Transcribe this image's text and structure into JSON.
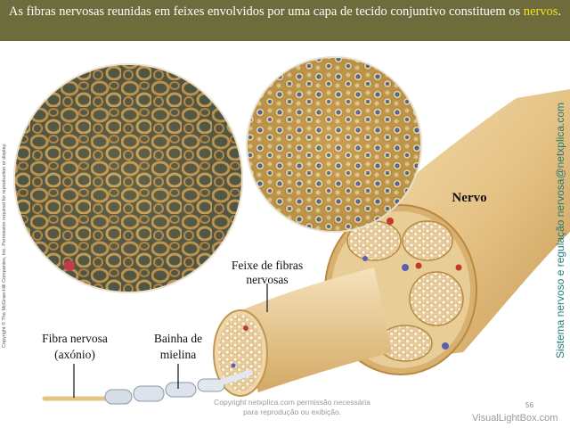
{
  "header": {
    "text_before": "As fibras nervosas reunidas em feixes envolvidos por uma capa de tecido conjuntivo constituem os ",
    "highlight": "nervos",
    "text_after": "."
  },
  "labels": {
    "nerve": "Nervo",
    "bundle": "Feixe de fibras nervosas",
    "fiber": "Fibra nervosa (axónio)",
    "sheath": "Bainha de mielina"
  },
  "side_text": {
    "copyright": "Copyright © The McGraw-Hill Companies, Inc. Permission required for reproduction or display.",
    "credit": "Sistema nervoso e regulação nervosa@netxplica.com"
  },
  "footer": {
    "note": "Copyright netxplica.com permissão necessária para reprodução ou exibição.",
    "page": "56",
    "watermark": "VisualLightBox.com"
  },
  "colors": {
    "banner": "#6e6b3c",
    "highlight": "#f2e21a",
    "nerve_tissue": "#e8c98c",
    "credit_text": "#1f7d78"
  }
}
